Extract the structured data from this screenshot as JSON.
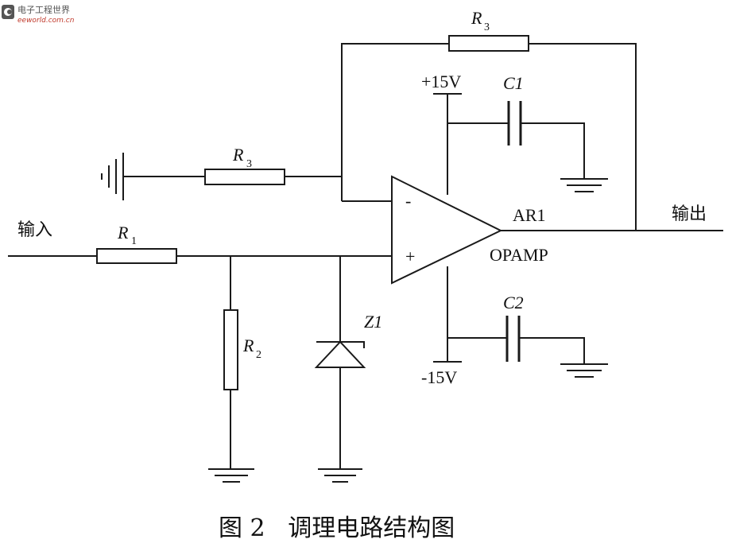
{
  "labels": {
    "input": "输入",
    "output": "输出",
    "r1": "R",
    "r1_sub": "1",
    "r2": "R",
    "r2_sub": "2",
    "r3_top": "R",
    "r3_top_sub": "3",
    "r3_mid": "R",
    "r3_mid_sub": "3",
    "z1": "Z1",
    "c1": "C1",
    "c2": "C2",
    "vpos": "+15V",
    "vneg": "-15V",
    "opamp_name": "AR1",
    "opamp_type": "OPAMP",
    "minus": "-",
    "plus": "+"
  },
  "caption": "图 2   调理电路结构图",
  "watermark": {
    "title": "电子工程世界",
    "site": "eeworld.com.cn",
    "color": "#c0392b"
  }
}
